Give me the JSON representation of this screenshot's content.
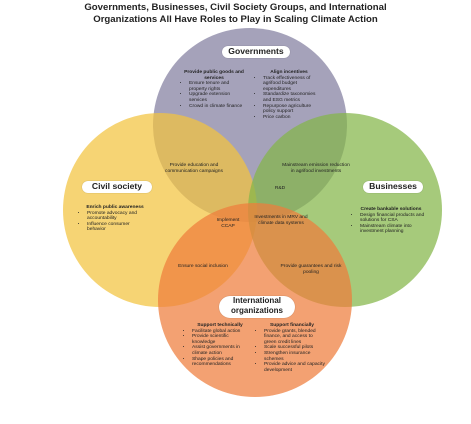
{
  "title_line1": "Governments, Businesses, Civil Society Groups, and International",
  "title_line2": "Organizations All Have Roles to Play in Scaling Climate Action",
  "colors": {
    "governments": "#8c88a6",
    "civil_society": "#f2c43e",
    "businesses": "#84b548",
    "international": "#ee7d3b"
  },
  "governments": {
    "label": "Governments",
    "col1_head": "Provide public goods and services",
    "col1_items": [
      "Ensure tenure and property rights",
      "Upgrade extension services",
      "Crowd in climate finance"
    ],
    "col2_head": "Align incentives",
    "col2_items": [
      "Track effectiveness of agrifood budget expenditures",
      "Standardize taxonomies and ESG metrics",
      "Repurpose agriculture policy support",
      "Price carbon"
    ]
  },
  "civil_society": {
    "label": "Civil society",
    "head": "Enrich public awareness",
    "items": [
      "Promote advocacy and accountability",
      "Influence consumer behavior"
    ]
  },
  "businesses": {
    "label": "Businesses",
    "head": "Create bankable solutions",
    "items": [
      "Design financial products and solutions for CSA",
      "Mainstream climate into investment planning"
    ]
  },
  "international": {
    "label_line1": "International",
    "label_line2": "organizations",
    "col1_head": "Support technically",
    "col1_items": [
      "Facilitate global action",
      "Provide scientific knowledge",
      "Assist governments in climate action",
      "Shape policies and recommendations"
    ],
    "col2_head": "Support financially",
    "col2_items": [
      "Provide grants, blended finance, and access to green credit lines",
      "Scale successful pilots",
      "Strengthen insurance schemes",
      "Provide advice and capacity development"
    ]
  },
  "overlaps": {
    "gov_civil": "Provide education and communication campaigns",
    "gov_business": "Mainstream emission reduction in agrifood investments",
    "rd": "R&D",
    "implement": "Implement CCAP",
    "center": "Investments in MRV and climate data systems",
    "civil_intl": "Ensure social inclusion",
    "business_intl": "Provide guarantees and risk pooling"
  }
}
